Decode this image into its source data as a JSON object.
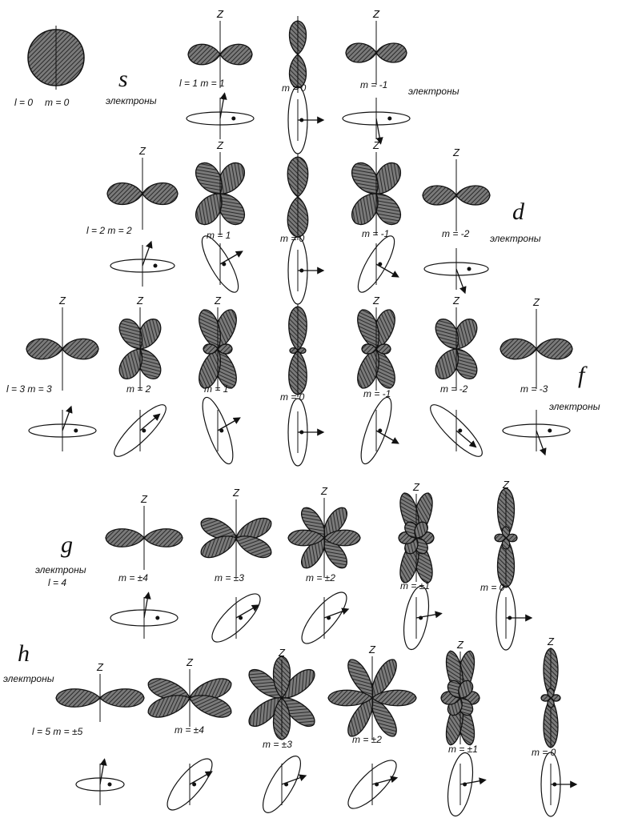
{
  "axis_label": "Z",
  "hatch_color": "#444444",
  "ink_color": "#111111",
  "s": {
    "letter": "s",
    "word": "электроны",
    "l": "l = 0",
    "m": "m = 0"
  },
  "p": {
    "m_labels": [
      "l = 1   m = 1",
      "m = 0",
      "m = -1"
    ]
  },
  "d": {
    "letter": "d",
    "word": "электроны",
    "m_labels": [
      "l = 2   m = 2",
      "m = 1",
      "m = 0",
      "m = -1",
      "m = -2"
    ]
  },
  "f": {
    "letter": "f",
    "word": "электроны",
    "m_labels": [
      "l = 3   m = 3",
      "m = 2",
      "m = 1",
      "m = 0",
      "m = -1",
      "m = -2",
      "m = -3"
    ]
  },
  "g": {
    "letter": "g",
    "word": "электроны",
    "l": "l = 4",
    "m_labels": [
      "m = ±4",
      "m = ±3",
      "m = ±2",
      "m = ±1",
      "m = 0"
    ]
  },
  "h": {
    "letter": "h",
    "word": "электроны",
    "m_labels": [
      "l = 5   m = ±5",
      "m = ±4",
      "m = ±3",
      "m = ±2",
      "m = ±1",
      "m = 0"
    ]
  }
}
